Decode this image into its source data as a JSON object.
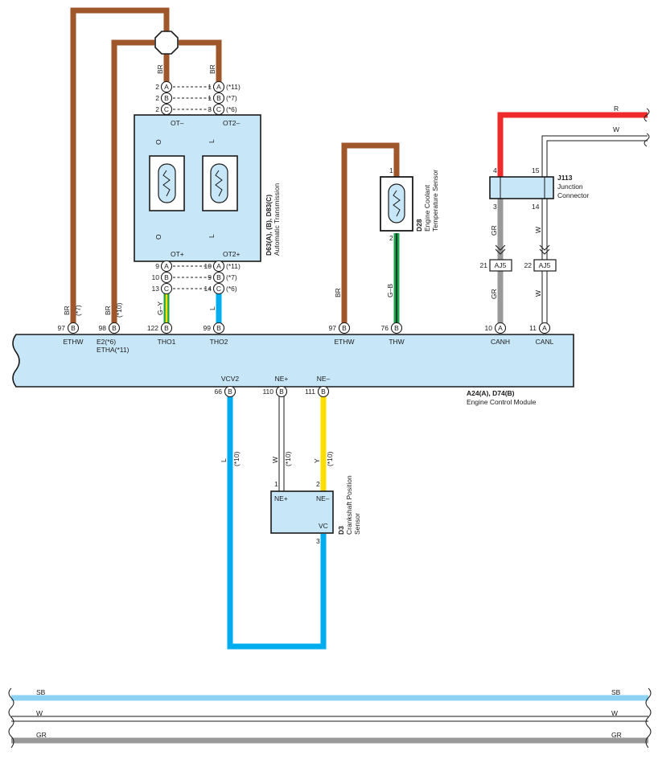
{
  "colors": {
    "BR": "#a0562b",
    "O": "#f28c1e",
    "L": "#00aeef",
    "G": "#1aa34a",
    "Y": "#ffdd00",
    "R": "#ee2a2a",
    "GR": "#999999",
    "SB": "#8fd3f4",
    "W": "#ffffff",
    "box": "#c7e6f8"
  },
  "ecm": {
    "name": "A24(A), D74(B)",
    "desc": "Engine Control Module",
    "pins": {
      "ethw1": {
        "no": "97",
        "letter": "B",
        "label": "ETHW"
      },
      "e2": {
        "no": "98",
        "letter": "B",
        "label": "E2(*6)",
        "label2": "ETHA(*11)"
      },
      "tho1": {
        "no": "122",
        "letter": "B",
        "label": "THO1"
      },
      "tho2": {
        "no": "99",
        "letter": "B",
        "label": "THO2"
      },
      "ethw2": {
        "no": "97",
        "letter": "B",
        "label": "ETHW"
      },
      "thw": {
        "no": "76",
        "letter": "B",
        "label": "THW"
      },
      "canh": {
        "no": "10",
        "letter": "A",
        "label": "CANH"
      },
      "canl": {
        "no": "11",
        "letter": "A",
        "label": "CANL"
      },
      "vcv2": {
        "no": "66",
        "letter": "B",
        "label": "VCV2"
      },
      "nep": {
        "no": "110",
        "letter": "B",
        "label": "NE+"
      },
      "nem": {
        "no": "111",
        "letter": "B",
        "label": "NE–"
      }
    }
  },
  "transmission": {
    "name": "D63(A), (B), D83(C)",
    "desc": "Automatic Transmission",
    "top_labels": [
      "OT–",
      "OT2–"
    ],
    "bottom_labels": [
      "OT+",
      "OT2+"
    ],
    "top_rows": [
      {
        "l_no": "2",
        "letter": "A",
        "r_no": "1",
        "note": "(*11)"
      },
      {
        "l_no": "2",
        "letter": "B",
        "r_no": "1",
        "note": "(*7)"
      },
      {
        "l_no": "2",
        "letter": "C",
        "r_no": "3",
        "note": "(*6)"
      }
    ],
    "bottom_rows": [
      {
        "l_no": "9",
        "letter": "A",
        "r_no": "10",
        "note": "(*11)"
      },
      {
        "l_no": "10",
        "letter": "B",
        "r_no": "9",
        "note": "(*7)"
      },
      {
        "l_no": "13",
        "letter": "C",
        "r_no": "14",
        "note": "(*6)"
      }
    ]
  },
  "coolant": {
    "name": "D28",
    "desc1": "Engine Coolant",
    "desc2": "Temperature Sensor",
    "pin_top": "1",
    "pin_bottom": "2"
  },
  "junction": {
    "name": "J113",
    "desc1": "Junction",
    "desc2": "Connector",
    "pins": [
      "4",
      "15",
      "3",
      "14"
    ],
    "aj": [
      {
        "no": "21",
        "label": "AJ5"
      },
      {
        "no": "22",
        "label": "AJ5"
      }
    ]
  },
  "crank": {
    "name": "D3",
    "desc1": "Crankshaft Position",
    "desc2": "Sensor",
    "pins": [
      "1",
      "2",
      "3"
    ],
    "labels": [
      "NE+",
      "NE–",
      "VC"
    ]
  },
  "wire_labels": {
    "br": "BR",
    "o": "O",
    "l": "L",
    "gy": "G–Y",
    "gb": "G–B",
    "gr": "GR",
    "w": "W",
    "r": "R",
    "y": "Y",
    "sb": "SB"
  },
  "notes": {
    "n7": "(*7)",
    "n10": "(*10)"
  }
}
